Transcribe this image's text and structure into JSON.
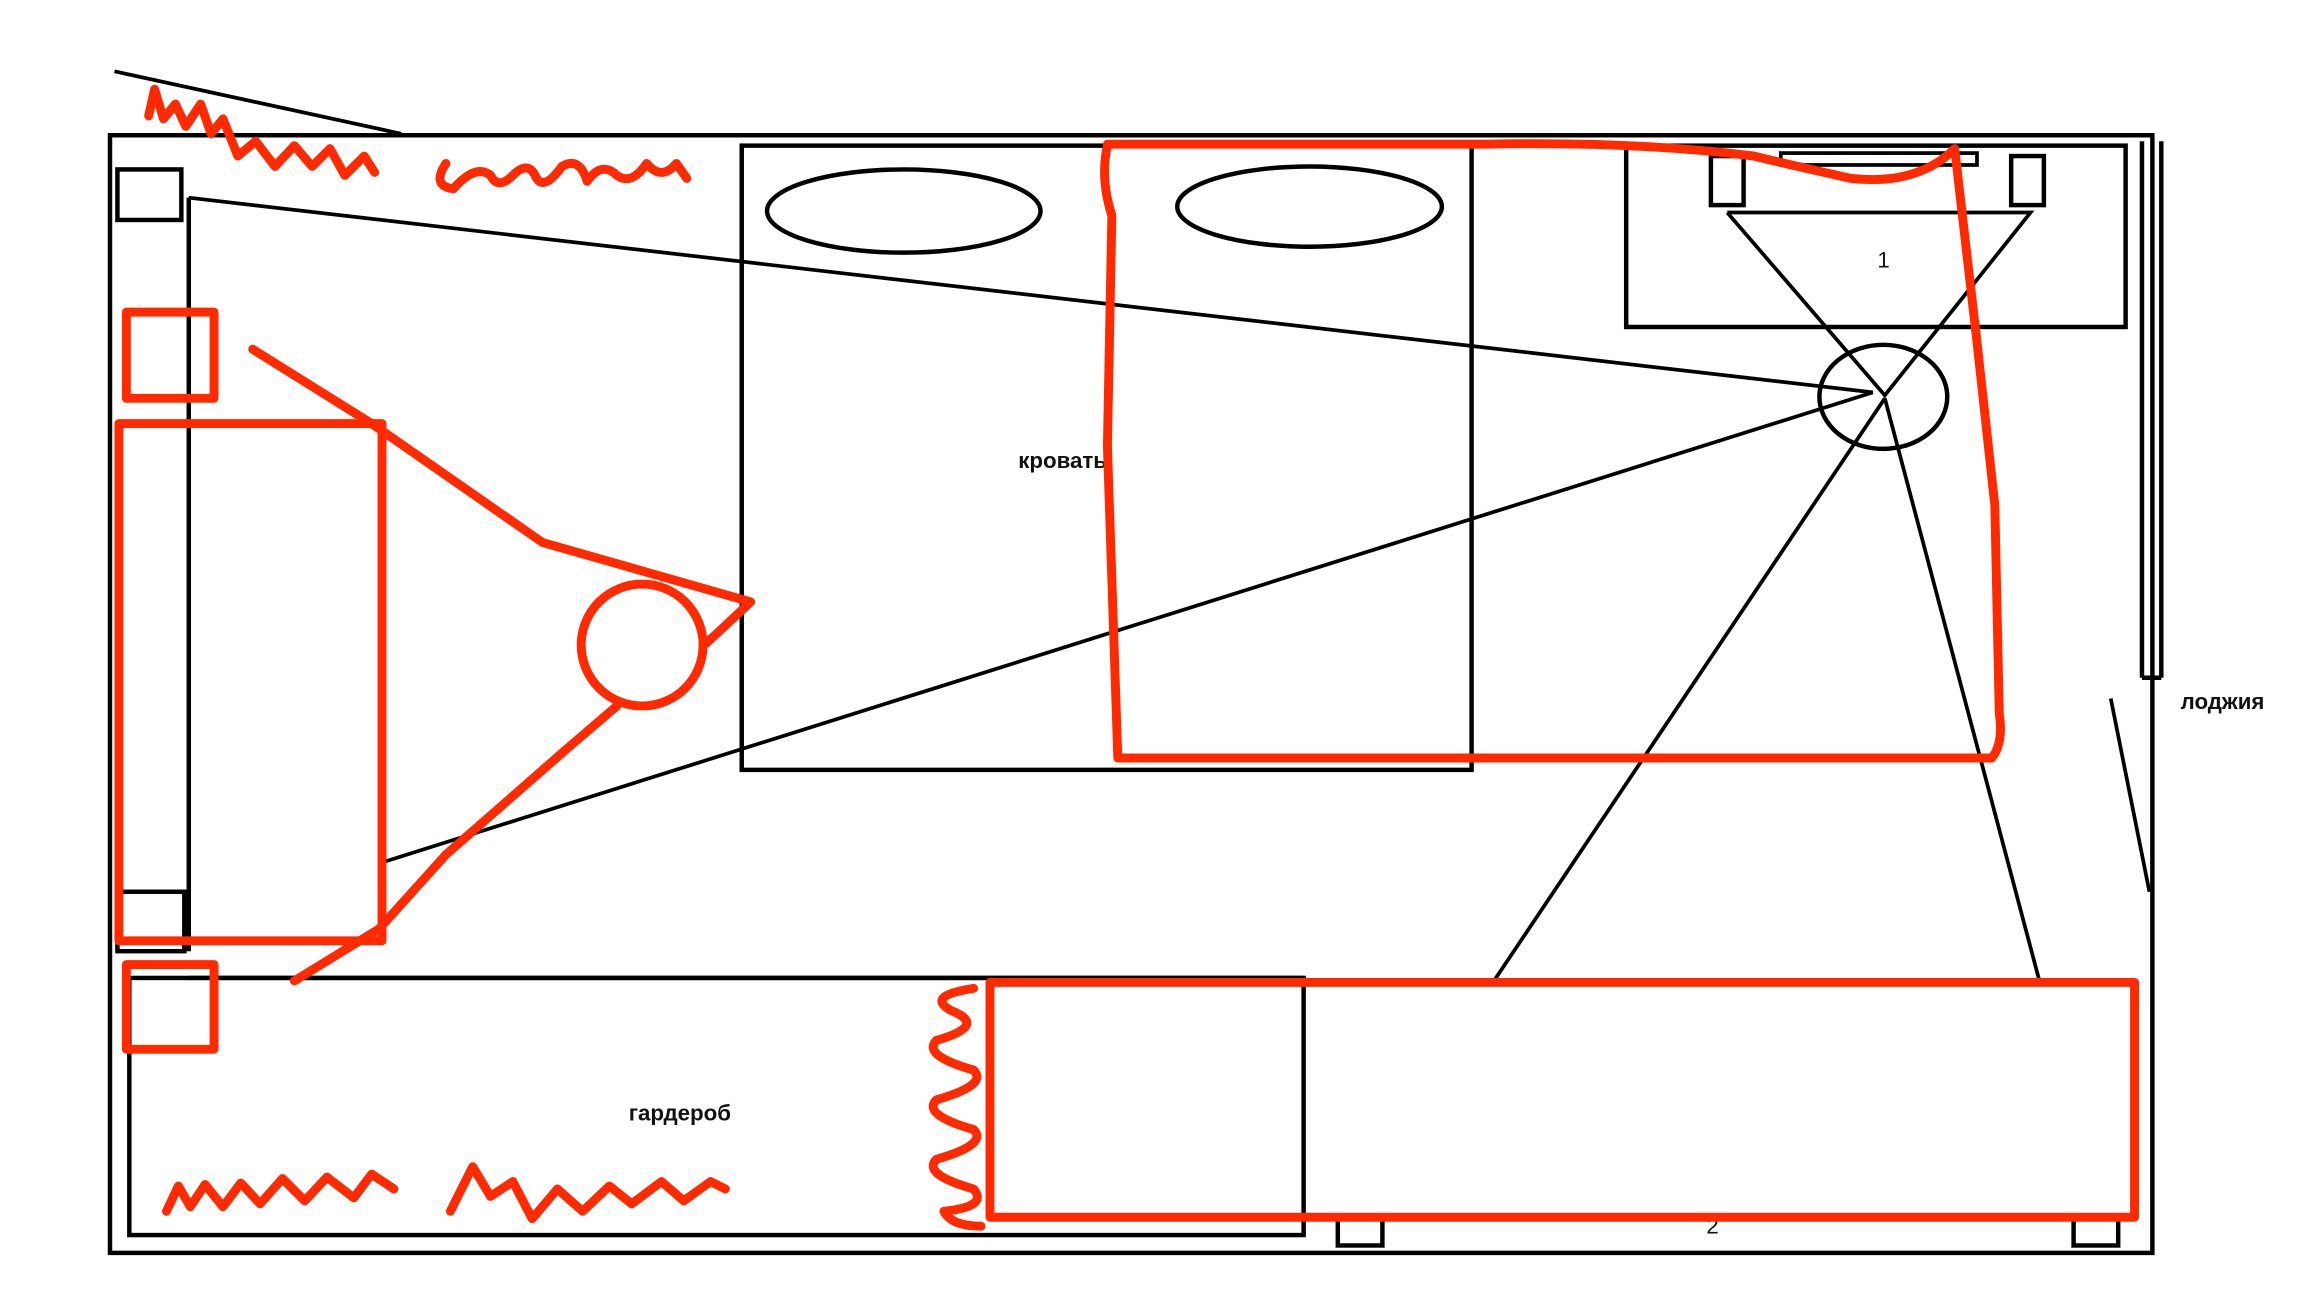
{
  "labels": {
    "beds": "кровать",
    "wardrobe": "гардероб",
    "loggia": "лоджия",
    "marker_1": "1",
    "marker_2": "2"
  },
  "colors": {
    "ink": "#000000",
    "markup": "#ff2a00",
    "background": "#ffffff"
  }
}
